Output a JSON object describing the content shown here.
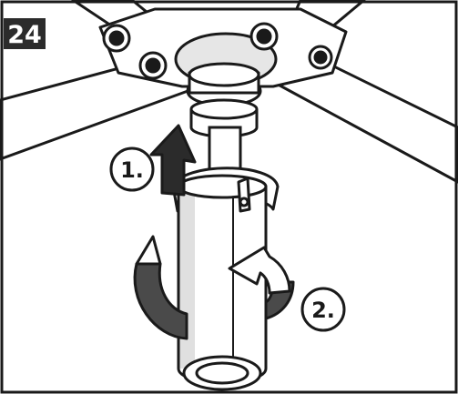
{
  "figure": {
    "step_number": "24",
    "colors": {
      "ink": "#1a1a1a",
      "paper": "#ffffff",
      "shade": "#d9d9d9",
      "badge": "#2b2b2b"
    },
    "callouts": [
      {
        "label": "1.",
        "icon": "arrow-up-icon",
        "meaning": "push-up"
      },
      {
        "label": "2.",
        "icon": "rotate-arrow-icon",
        "meaning": "twist"
      }
    ]
  }
}
